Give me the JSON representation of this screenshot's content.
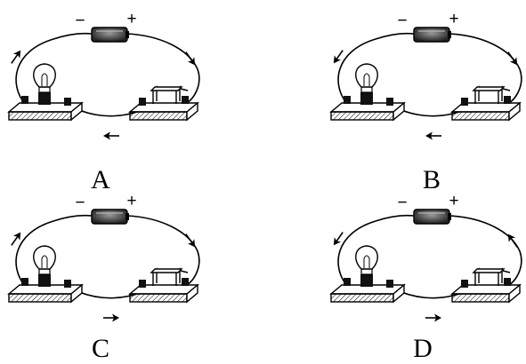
{
  "options": [
    {
      "label": "A",
      "minus": "−",
      "plus": "+",
      "arrows": {
        "left_wire": "up",
        "right_wire": "down",
        "bottom_wire": "left"
      }
    },
    {
      "label": "B",
      "minus": "−",
      "plus": "+",
      "arrows": {
        "left_wire": "down",
        "right_wire": "down",
        "bottom_wire": "left"
      }
    },
    {
      "label": "C",
      "minus": "−",
      "plus": "+",
      "arrows": {
        "left_wire": "up",
        "right_wire": "down",
        "bottom_wire": "right"
      }
    },
    {
      "label": "D",
      "minus": "−",
      "plus": "+",
      "arrows": {
        "left_wire": "down",
        "right_wire": "up",
        "bottom_wire": "right"
      }
    }
  ]
}
